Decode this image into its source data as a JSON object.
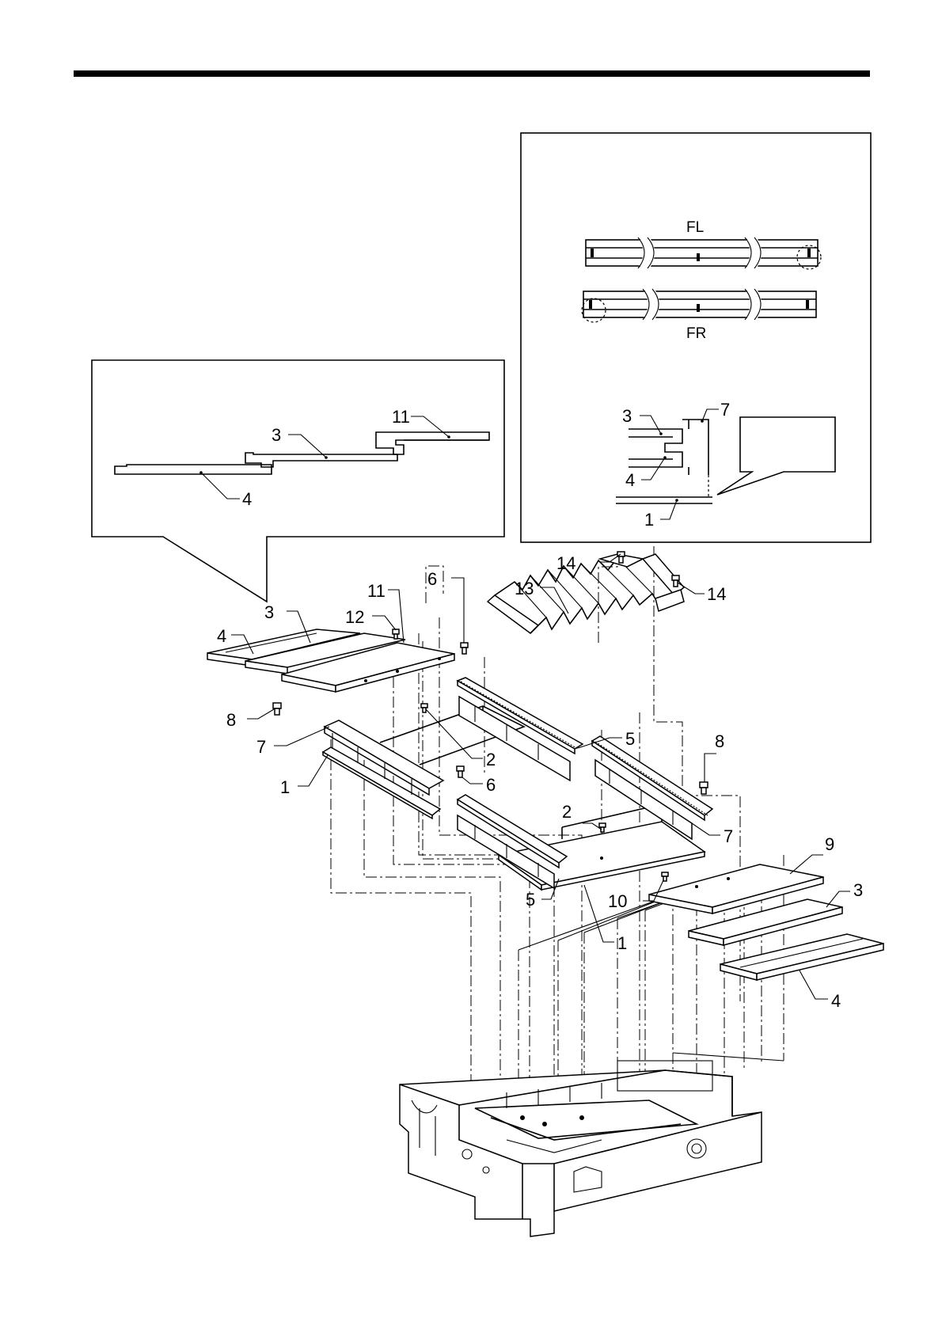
{
  "callouts": {
    "inset_left": {
      "c11": "11",
      "c3": "3",
      "c4": "4"
    },
    "inset_right": {
      "fl": "FL",
      "fr": "FR",
      "c3": "3",
      "c7": "7",
      "c4": "4",
      "c1": "1"
    },
    "main": {
      "c14a": "14",
      "c14b": "14",
      "c13": "13",
      "c6a": "6",
      "c11": "11",
      "c3a": "3",
      "c12": "12",
      "c4a": "4",
      "c8a": "8",
      "c7a": "7",
      "c1a": "1",
      "c2a": "2",
      "c5a": "5",
      "c6b": "6",
      "c8b": "8",
      "c2b": "2",
      "c7b": "7",
      "c9": "9",
      "c3b": "3",
      "c5b": "5",
      "c10": "10",
      "c1b": "1",
      "c4b": "4"
    }
  }
}
